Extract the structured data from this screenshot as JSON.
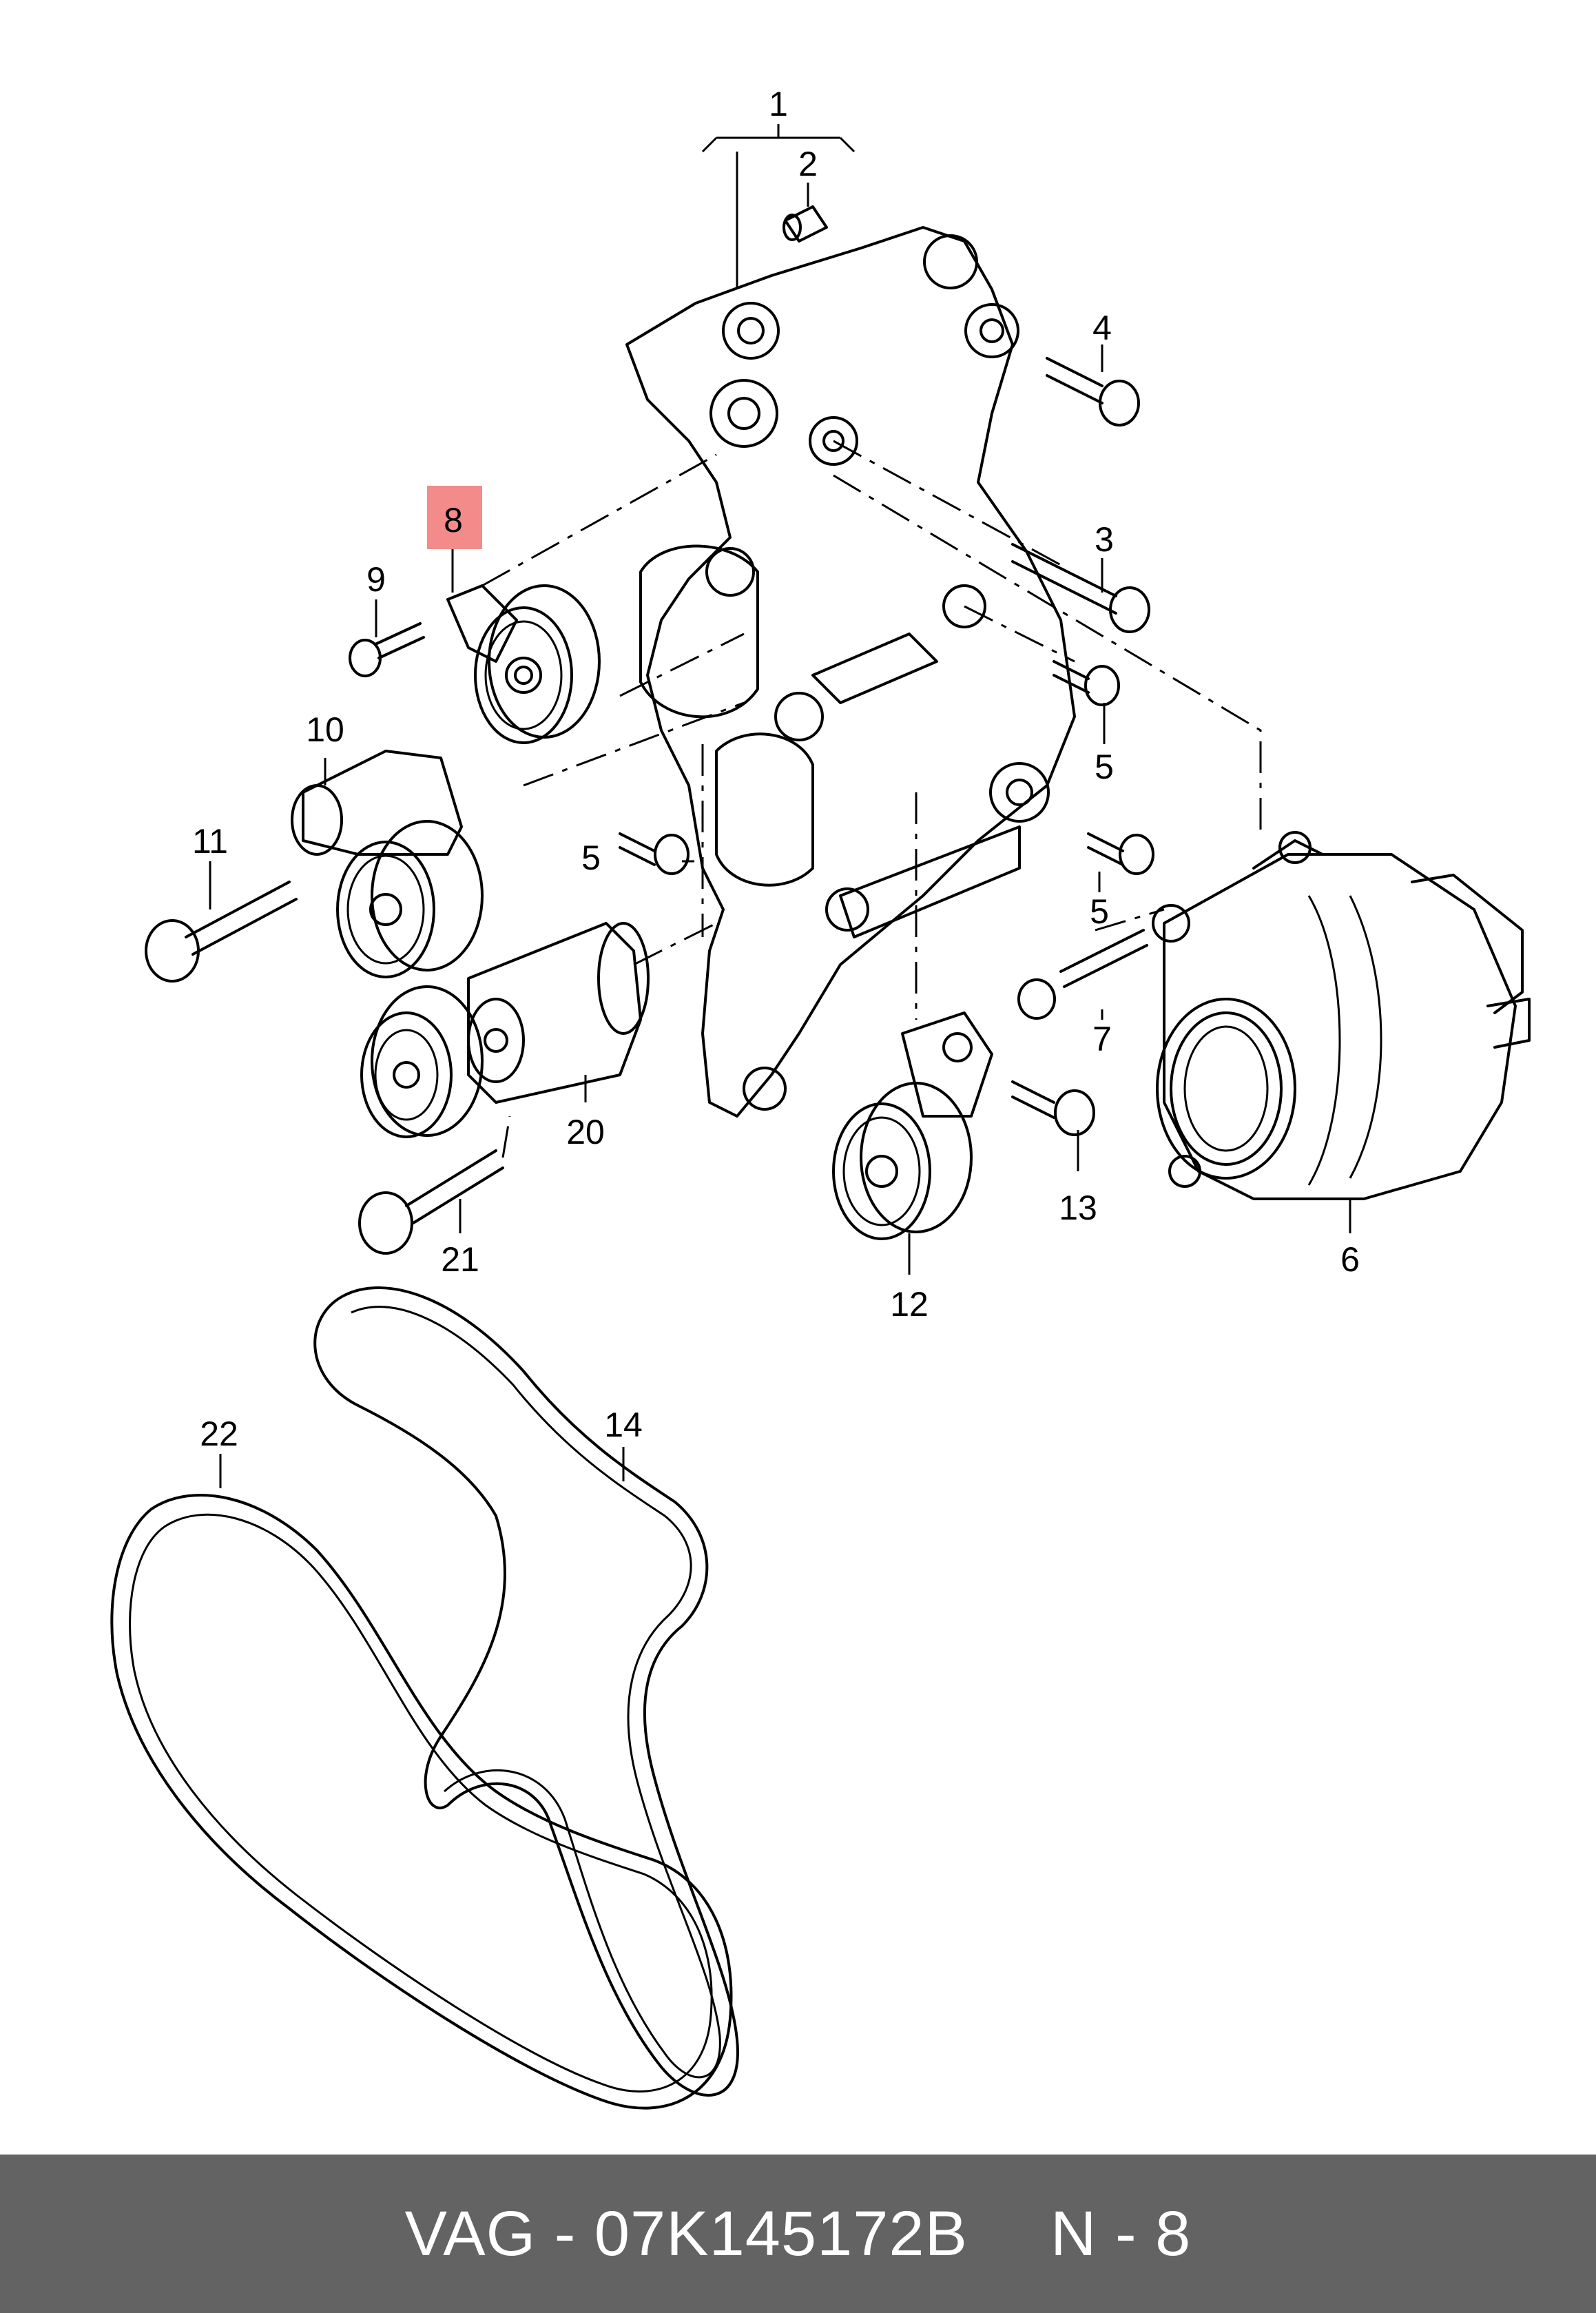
{
  "callouts": {
    "c1": "1",
    "c2": "2",
    "c3": "3",
    "c4": "4",
    "c5a": "5",
    "c5b": "5",
    "c5c": "5",
    "c6": "6",
    "c7": "7",
    "c8": "8",
    "c9": "9",
    "c10": "10",
    "c11": "11",
    "c12": "12",
    "c13": "13",
    "c14": "14",
    "c20": "20",
    "c21": "21",
    "c22": "22"
  },
  "highlighted_callout": "8",
  "colors": {
    "highlight": "#f38b8b",
    "footer_bg": "#636363",
    "footer_text": "#ffffff"
  },
  "footer": {
    "brand_part": "VAG - 07K145172B",
    "position": "N - 8"
  }
}
